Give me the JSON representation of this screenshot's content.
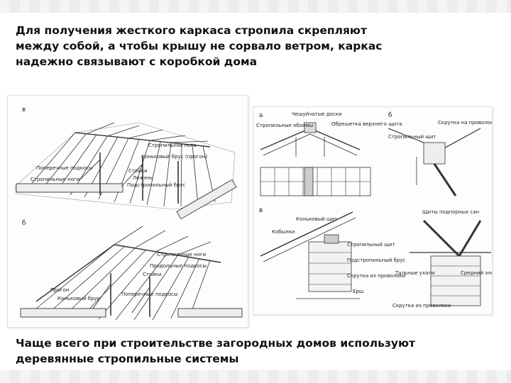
{
  "heading": {
    "line1": "Для получения жесткого каркаса стропила скрепляют",
    "line2": "между собой, а чтобы крышу не сорвало ветром, каркас",
    "line3": "надежно связывают с коробкой дома"
  },
  "caption": {
    "line1": "Чаще всего при строительстве загородных домов используют",
    "line2": "деревянные стропильные системы"
  },
  "left_figure": {
    "panel_a_letter": "в",
    "panel_b_letter": "б",
    "labels_a": [
      "Стропильная нога",
      "Коньковый брус (прогон)",
      "Поперечные подкосы",
      "Стропильные ноги",
      "Стойки",
      "Лежень",
      "Подстропильный брус"
    ],
    "labels_b": [
      "Стропильные ноги",
      "Продольные подкосы",
      "Стойки",
      "Прогон",
      "Коньковый брус",
      "Поперечные подкосы"
    ]
  },
  "right_figure": {
    "panel_a_letter": "а",
    "panel_b_letter": "б",
    "panel_c_letter": "в",
    "labels": [
      "Чешуйчатые доски",
      "Стропильные обоймы",
      "Обрешетка верхнего щита",
      "Стропильный щит",
      "Скрутка на проволоке",
      "Коньковый щит",
      "Кобылки",
      "Стропильный щит",
      "Подстропильный брус",
      "Скрутка из проволоки",
      "Ерш",
      "Щиты подпорных сан",
      "Тальные ухали",
      "Средний элемент",
      "Скрутка из проволоки"
    ]
  }
}
